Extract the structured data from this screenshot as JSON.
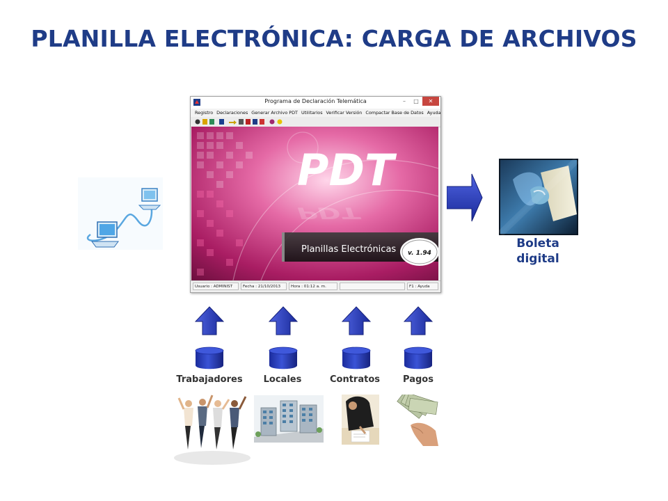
{
  "slide": {
    "title": "PLANILLA ELECTRÓNICA: CARGA DE ARCHIVOS"
  },
  "pdt_window": {
    "title": "Programa de Declaración Telemática",
    "menu": [
      "Registro",
      "Declaraciones",
      "Generar Archivo PDT",
      "Utilitarios",
      "Verificar Versión",
      "Compactar Base de Datos",
      "Ayuda"
    ],
    "splash": {
      "logo": "PDT",
      "product": "Planillas Electrónicas",
      "version": "v. 1.94"
    },
    "status": {
      "user": "Usuario : ADMINIST",
      "date": "Fecha : 21/10/2013",
      "time": "Hora : 01:12 a. m.",
      "help": "F1 : Ayuda"
    }
  },
  "output": {
    "label": "Boleta digital"
  },
  "sources": [
    {
      "label": "Trabajadores",
      "icon": "workers-photo"
    },
    {
      "label": "Locales",
      "icon": "buildings-photo"
    },
    {
      "label": "Contratos",
      "icon": "signing-photo"
    },
    {
      "label": "Pagos",
      "icon": "money-photo"
    }
  ],
  "colors": {
    "title": "#1f3c87",
    "arrow": "#2b3fb8",
    "splash": "#b0236c"
  }
}
